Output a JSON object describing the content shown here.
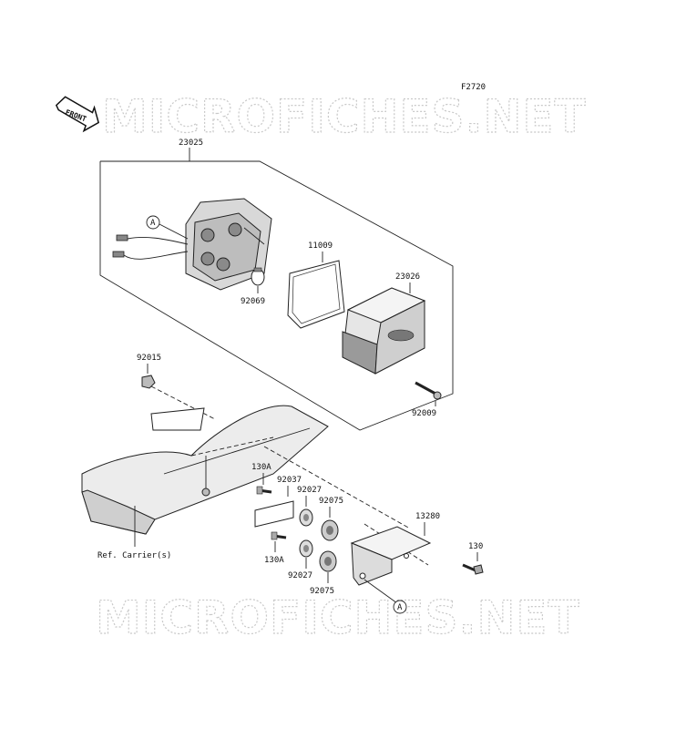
{
  "figure_code": "F2720",
  "front_label": "FRONT",
  "watermark": "MICROFICHES.NET",
  "callouts": {
    "lamp_assy": "23025",
    "connector_a_top": "A",
    "gasket": "11009",
    "lens_cover": "23026",
    "bulb": "92069",
    "nut": "92015",
    "screw_lens": "92009",
    "bolt_upper": "130A",
    "collar_upper": "92037",
    "grommet_upper": "92027",
    "spacer_upper": "92075",
    "bracket": "13280",
    "bolt_bracket": "130",
    "bolt_lower": "130A",
    "grommet_lower": "92027",
    "spacer_lower": "92075",
    "connector_a_bottom": "A",
    "ref_carrier": "Ref. Carrier(s)"
  }
}
